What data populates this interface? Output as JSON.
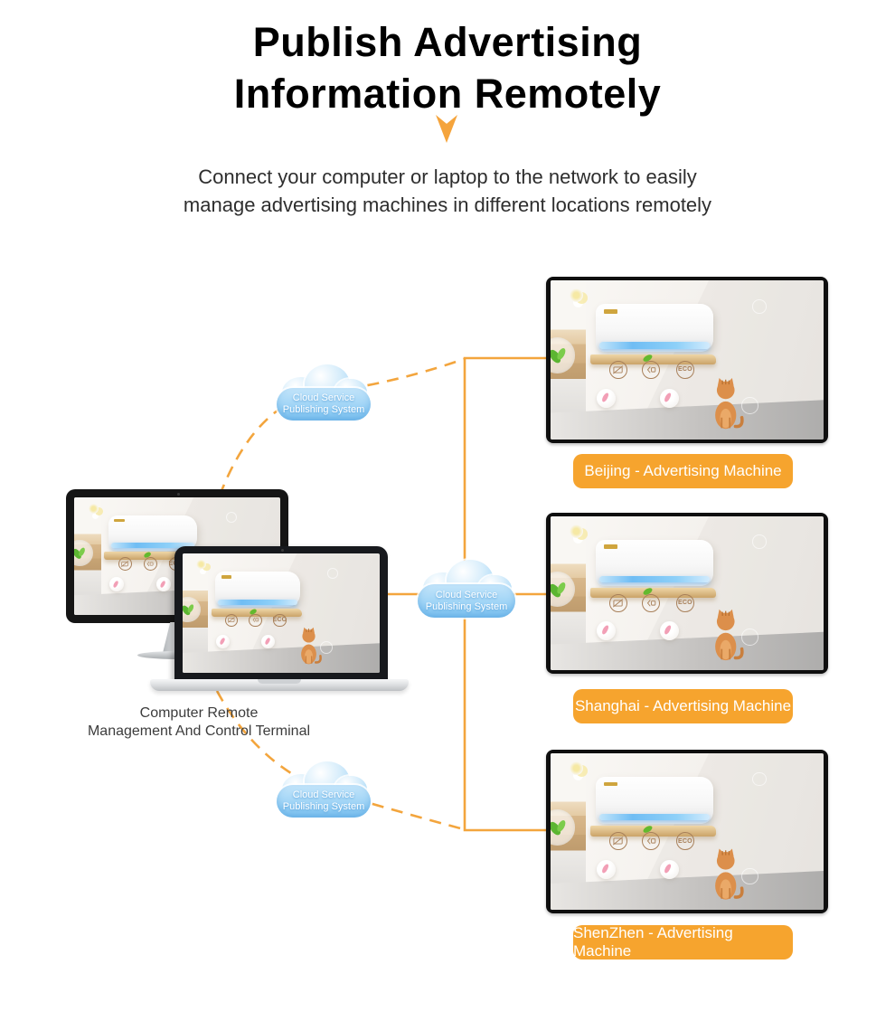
{
  "header": {
    "title_line1": "Publish Advertising",
    "title_line2": "Information Remotely",
    "subtitle_line1": "Connect your computer or laptop to the network to easily",
    "subtitle_line2": "manage advertising machines in different locations remotely"
  },
  "diagram": {
    "terminal": {
      "caption_line1": "Computer Remote",
      "caption_line2": "Management And Control Terminal"
    },
    "clouds": [
      {
        "label_line1": "Cloud Service",
        "label_line2": "Publishing System"
      },
      {
        "label_line1": "Cloud Service",
        "label_line2": "Publishing System"
      },
      {
        "label_line1": "Cloud Service",
        "label_line2": "Publishing System"
      }
    ],
    "machines": [
      {
        "label": "Beijing - Advertising Machine"
      },
      {
        "label": "Shanghai - Advertising Machine"
      },
      {
        "label": "ShenZhen - Advertising Machine"
      }
    ],
    "screen_content": {
      "eco_label": "ECO"
    }
  },
  "colors": {
    "accent_orange": "#f6a42e",
    "line_orange": "#f3a53d",
    "cloud_blue": "#8ccbf4",
    "bezel_black": "#0f0f0f"
  }
}
